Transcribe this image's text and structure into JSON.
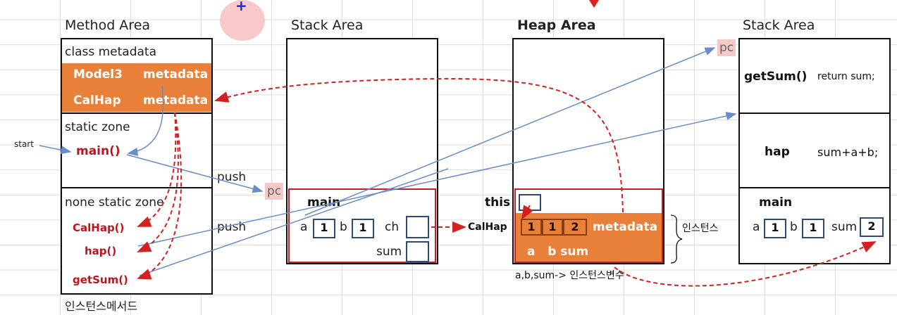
{
  "method_area": {
    "header": "Method Area",
    "class_metadata": "class metadata",
    "rows": [
      {
        "name": "Model3",
        "meta": "metadata"
      },
      {
        "name": "CalHap",
        "meta": "metadata"
      }
    ],
    "static_zone": "static zone",
    "main": "main()",
    "none_static_zone": "none static zone",
    "methods": [
      "CalHap()",
      "hap()",
      "getSum()"
    ],
    "footer": "인스턴스메서드"
  },
  "start_label": "start",
  "push_labels": [
    "push",
    "push"
  ],
  "pc_label": "pc",
  "stack1": {
    "header": "Stack Area",
    "frame": "main",
    "a_label": "a",
    "a_val": "1",
    "b_label": "b",
    "b_val": "1",
    "ch_label": "ch",
    "sum_label": "sum"
  },
  "heap": {
    "header": "Heap Area",
    "this_label": "this",
    "calhap_label": "CalHap",
    "values": [
      "1",
      "1",
      "2"
    ],
    "metadata": "metadata",
    "fields": "a   b sum",
    "instance_label": "인스턴스",
    "footer": "a,b,sum-> 인스턴스변수"
  },
  "stack2": {
    "header": "Stack Area",
    "getsum": "getSum()",
    "getsum_body": "return sum;",
    "hap": "hap",
    "hap_body": "sum+a+b;",
    "main": "main",
    "a_label": "a",
    "a_val": "1",
    "b_label": "b",
    "b_val": "1",
    "sum_label": "sum",
    "sum_val": "2"
  },
  "colors": {
    "orange": "#e8803a",
    "red_arrow": "#d42020",
    "blue_arrow": "#6a8cc8"
  }
}
